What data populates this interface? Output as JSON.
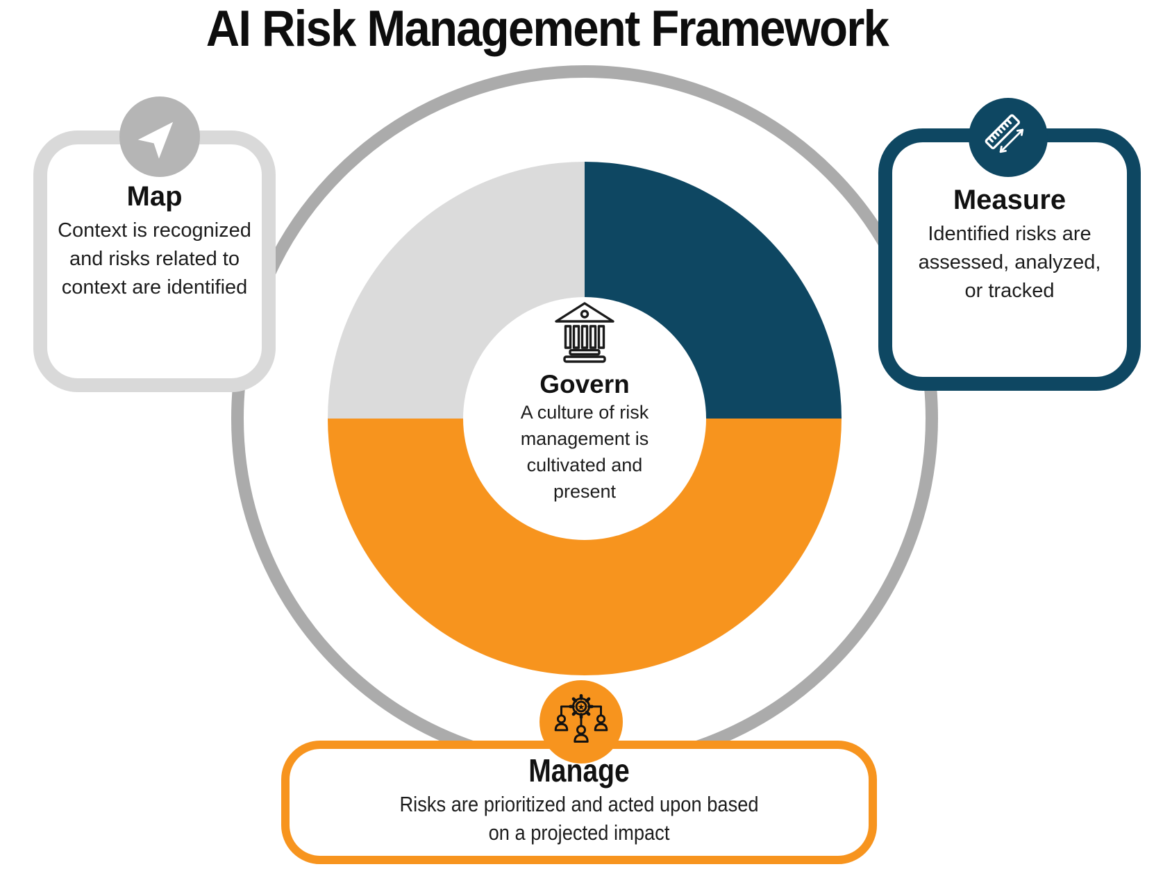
{
  "title": "AI Risk Management Framework",
  "colors": {
    "navy": "#0e4762",
    "orange": "#f7941e",
    "donut_gray": "#dbdbdb",
    "ring_gray": "#ababab",
    "map_border_gray": "#d9d9d9",
    "map_badge_gray": "#b5b5b5",
    "text": "#161616"
  },
  "govern": {
    "label": "Govern",
    "description": "A culture of risk\nmanagement is\ncultivated and\npresent",
    "icon": "bank-icon"
  },
  "map": {
    "label": "Map",
    "description": "Context is recognized\nand risks related to\ncontext are identified",
    "icon": "navigation-arrow-icon",
    "accent": "#d9d9d9"
  },
  "measure": {
    "label": "Measure",
    "description": "Identified risks are\nassessed, analyzed,\nor tracked",
    "icon": "ruler-icon",
    "accent": "#0e4762"
  },
  "manage": {
    "label": "Manage",
    "description": "Risks are prioritized and acted upon based\non a projected impact",
    "icon": "people-gear-icon",
    "accent": "#f7941e"
  }
}
